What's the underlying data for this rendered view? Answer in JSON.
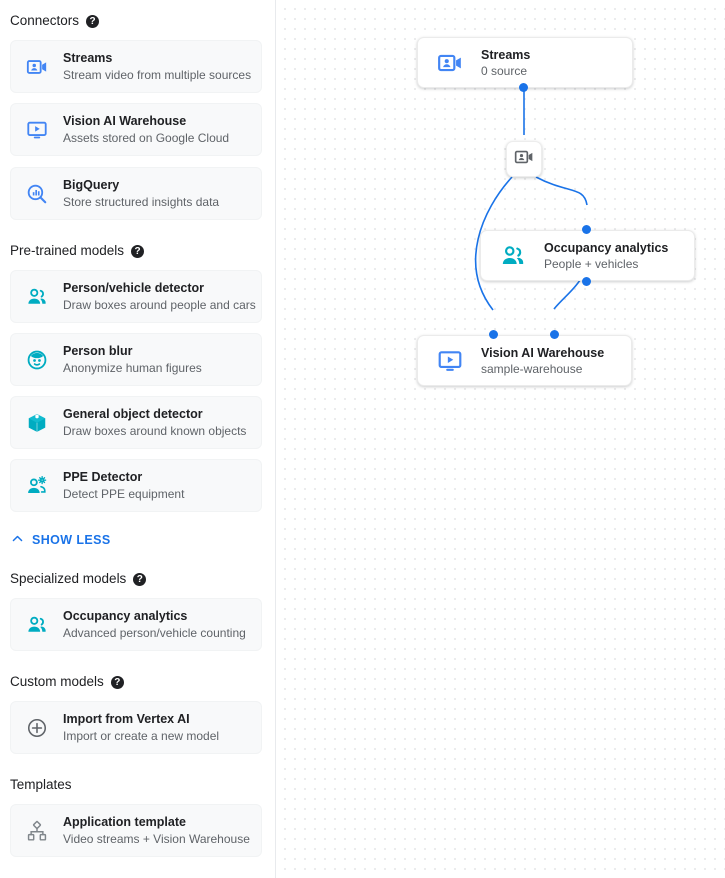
{
  "sidebar": {
    "sections": [
      {
        "title": "Connectors",
        "has_help": true,
        "items": [
          {
            "icon": "video-camera-account-icon",
            "icon_color": "#4285f4",
            "title": "Streams",
            "subtitle": "Stream video from multiple sources"
          },
          {
            "icon": "monitor-play-icon",
            "icon_color": "#4285f4",
            "title": "Vision AI Warehouse",
            "subtitle": "Assets stored on Google Cloud"
          },
          {
            "icon": "bigquery-search-icon",
            "icon_color": "#4285f4",
            "title": "BigQuery",
            "subtitle": "Store structured insights data"
          }
        ]
      },
      {
        "title": "Pre-trained models",
        "has_help": true,
        "items": [
          {
            "icon": "people-group-icon",
            "icon_color": "#00acc1",
            "title": "Person/vehicle detector",
            "subtitle": "Draw boxes around people and cars"
          },
          {
            "icon": "face-circle-icon",
            "icon_color": "#00acc1",
            "title": "Person blur",
            "subtitle": "Anonymize human figures"
          },
          {
            "icon": "cube-box-icon",
            "icon_color": "#00acc1",
            "title": "General object detector",
            "subtitle": "Draw boxes around known objects"
          },
          {
            "icon": "person-gear-icon",
            "icon_color": "#00acc1",
            "title": "PPE Detector",
            "subtitle": "Detect PPE equipment"
          }
        ]
      },
      {
        "title": "Specialized models",
        "has_help": true,
        "items": [
          {
            "icon": "people-group-icon",
            "icon_color": "#00acc1",
            "title": "Occupancy analytics",
            "subtitle": "Advanced person/vehicle counting"
          }
        ]
      },
      {
        "title": "Custom models",
        "has_help": true,
        "items": [
          {
            "icon": "plus-circle-icon",
            "icon_color": "#5f6368",
            "title": "Import from Vertex AI",
            "subtitle": "Import or create a new model"
          }
        ]
      },
      {
        "title": "Templates",
        "has_help": false,
        "items": [
          {
            "icon": "hierarchy-icon",
            "icon_color": "#80868b",
            "title": "Application template",
            "subtitle": "Video streams + Vision Warehouse"
          }
        ]
      }
    ],
    "show_less_label": "SHOW LESS",
    "show_less_icon": "chevron-up-icon",
    "help_glyph": "?"
  },
  "canvas": {
    "accent_color": "#1a73e8",
    "nodes": [
      {
        "icon": "video-camera-account-icon",
        "icon_color": "#4285f4",
        "title": "Streams",
        "subtitle": "0 source"
      },
      {
        "icon": "people-group-icon",
        "icon_color": "#00acc1",
        "title": "Occupancy analytics",
        "subtitle": "People + vehicles"
      },
      {
        "icon": "monitor-play-icon",
        "icon_color": "#4285f4",
        "title": "Vision AI Warehouse",
        "subtitle": "sample-warehouse"
      }
    ],
    "badge": {
      "icon": "video-camera-account-icon",
      "icon_color": "#5f6368"
    }
  }
}
